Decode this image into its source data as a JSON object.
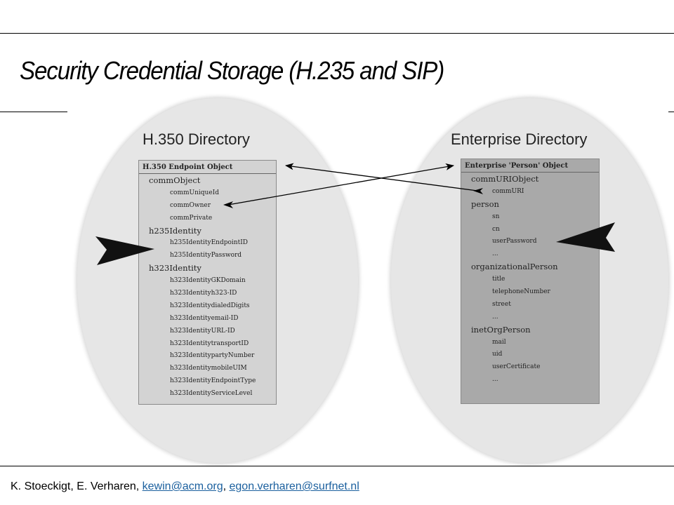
{
  "slide": {
    "title": "Security Credential Storage (H.235 and SIP)"
  },
  "h350_directory": {
    "title": "H.350 Directory",
    "object": {
      "header": "H.350 Endpoint Object",
      "items": [
        {
          "text": "commObject",
          "level": 0
        },
        {
          "text": "commUniqueId",
          "level": 1
        },
        {
          "text": "commOwner",
          "level": 1
        },
        {
          "text": "commPrivate",
          "level": 1
        },
        {
          "text": "h235Identity",
          "level": 0
        },
        {
          "text": "h235IdentityEndpointID",
          "level": 1
        },
        {
          "text": "h235IdentityPassword",
          "level": 1
        },
        {
          "text": "h323Identity",
          "level": 0
        },
        {
          "text": "h323IdentityGKDomain",
          "level": 1
        },
        {
          "text": "h323Identityh323-ID",
          "level": 1
        },
        {
          "text": "h323IdentitydialedDigits",
          "level": 1
        },
        {
          "text": "h323Identityemail-ID",
          "level": 1
        },
        {
          "text": "h323IdentityURL-ID",
          "level": 1
        },
        {
          "text": "h323IdentitytransportID",
          "level": 1
        },
        {
          "text": "h323IdentitypartyNumber",
          "level": 1
        },
        {
          "text": "h323IdentitymobileUIM",
          "level": 1
        },
        {
          "text": "h323IdentityEndpointType",
          "level": 1
        },
        {
          "text": "h323IdentityServiceLevel",
          "level": 1
        }
      ]
    }
  },
  "enterprise_directory": {
    "title": "Enterprise Directory",
    "object": {
      "header": "Enterprise 'Person' Object",
      "items": [
        {
          "text": "commURIObject",
          "level": 0
        },
        {
          "text": "commURI",
          "level": 1
        },
        {
          "text": "person",
          "level": 0
        },
        {
          "text": "sn",
          "level": 1
        },
        {
          "text": "cn",
          "level": 1
        },
        {
          "text": "userPassword",
          "level": 1
        },
        {
          "text": "...",
          "level": 1
        },
        {
          "text": "organizationalPerson",
          "level": 0
        },
        {
          "text": "title",
          "level": 1
        },
        {
          "text": "telephoneNumber",
          "level": 1
        },
        {
          "text": "street",
          "level": 1
        },
        {
          "text": "...",
          "level": 1
        },
        {
          "text": "inetOrgPerson",
          "level": 0
        },
        {
          "text": "mail",
          "level": 1
        },
        {
          "text": "uid",
          "level": 1
        },
        {
          "text": "userCertificate",
          "level": 1
        },
        {
          "text": "...",
          "level": 1
        }
      ]
    }
  },
  "footer": {
    "authors": "K. Stoeckigt, E. Verharen, ",
    "email1": "kewin@acm.org",
    "separator": ", ",
    "email2": "egon.verharen@surfnet.nl"
  },
  "colors": {
    "ellipse_fill": "#e6e6e6",
    "h350_box_fill": "#d3d3d3",
    "enterprise_box_fill": "#a9a9a9",
    "link_color": "#1a5f9e",
    "arrow_color": "#000000"
  }
}
